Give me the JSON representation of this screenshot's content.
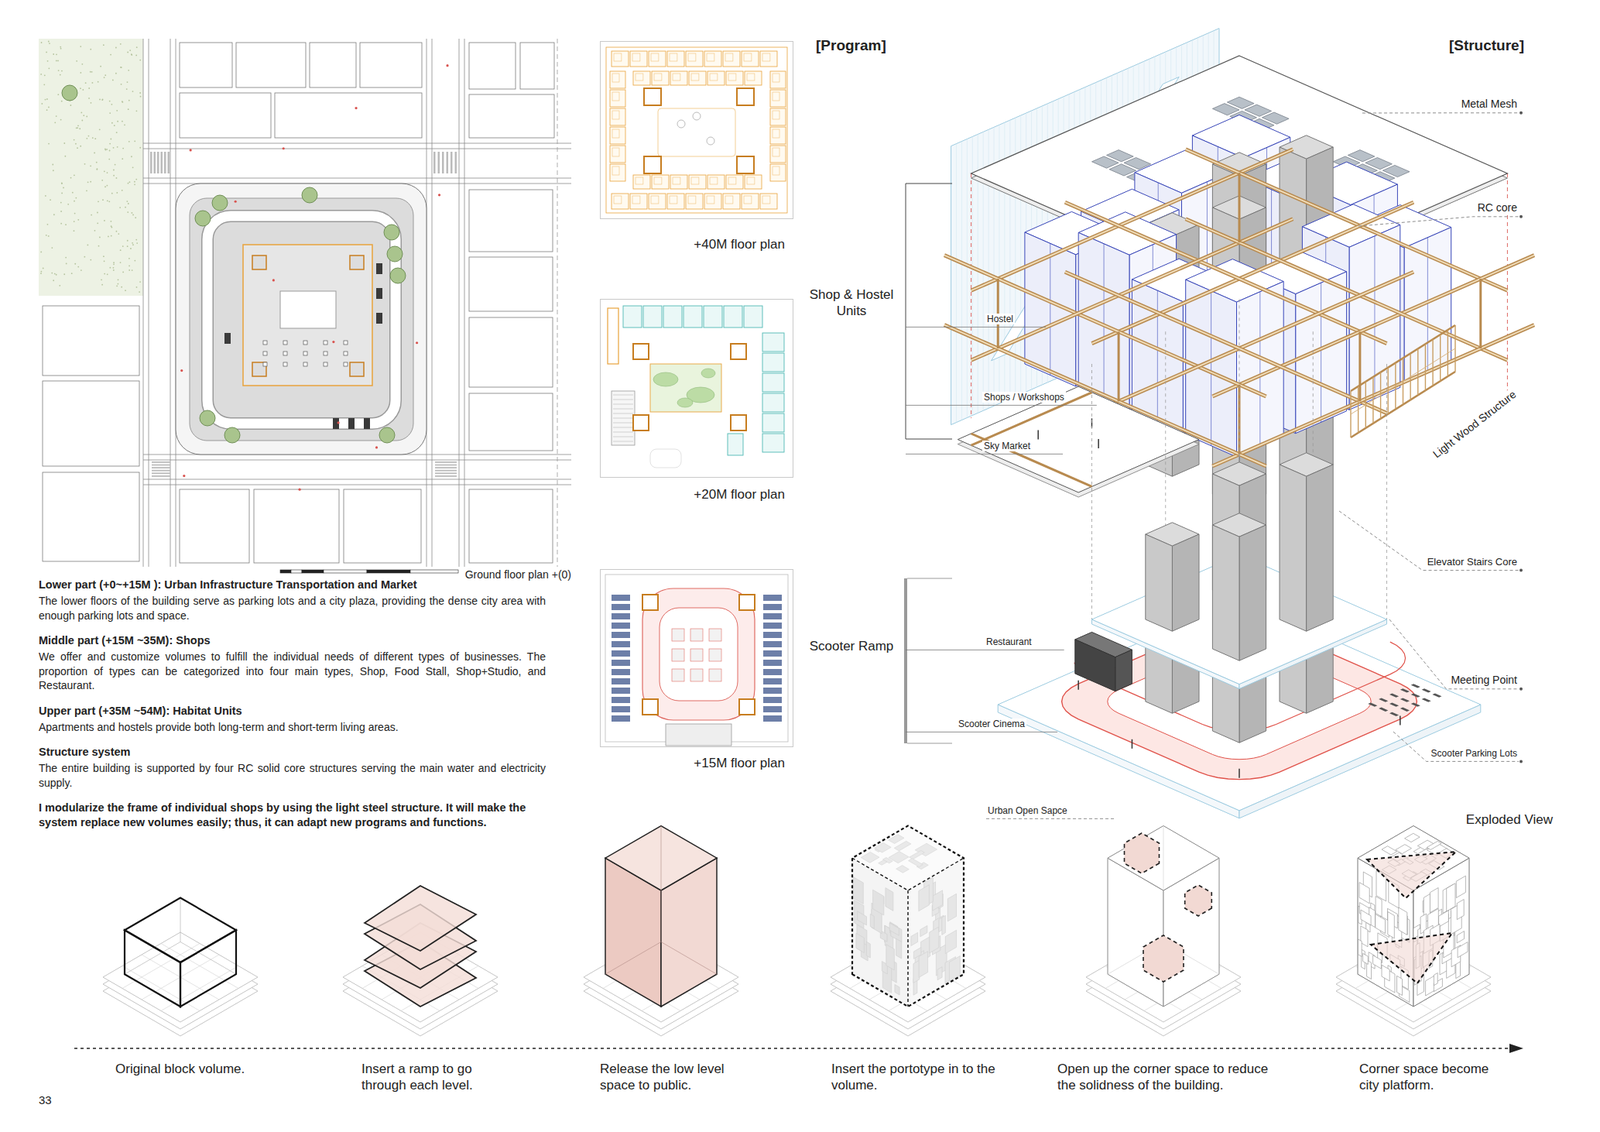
{
  "diagram": {
    "nodes": [
      {
        "text": [
          "Ground floor plan +(0)"
        ]
      },
      {
        "text": [
          "+40M floor plan"
        ]
      },
      {
        "text": [
          "+20M floor plan"
        ]
      },
      {
        "text": [
          "+15M floor plan"
        ]
      },
      {
        "text": [
          "Original block volume."
        ]
      },
      {
        "text": [
          "Insert a ramp to go through each level."
        ]
      },
      {
        "text": [
          "Release the low level space to public."
        ]
      },
      {
        "text": [
          "Insert the portotype in to the volume."
        ]
      },
      {
        "text": [
          "Open up the corner space to reduce the solidness of the building."
        ]
      },
      {
        "text": [
          "Corner space become city platform."
        ]
      }
    ],
    "labels": [
      "[Program]",
      "[Structure]",
      "Lower part (+0~+15M ): Urban Infrastructure Transportation and Market",
      "The lower floors of the building serve as parking lots and a city plaza, providing the dense city area with enough parking lots and space.",
      "Middle part (+15M ~35M): Shops",
      "We offer and customize volumes to fulfill the individual needs of different types of businesses. The proportion of types can be categorized into four main types, Shop, Food Stall, Shop+Studio, and Restaurant.",
      "Upper part (+35M ~54M): Habitat Units",
      "Apartments and hostels provide both long-term and short-term living areas.",
      "Structure system",
      "The entire building is supported by four RC solid core structures serving the main water and electricity supply.",
      "I modularize the frame of individual shops by using the light steel structure. It will make the system replace new volumes easily; thus, it can adapt new programs and functions.",
      "Metal Mesh",
      "RC core",
      "Shop & Hostel Units",
      "Hostel",
      "Shops / Workshops",
      "Sky Market",
      "Light Wood Structure",
      "Elevator Stairs Core",
      "Scooter Ramp",
      "Restaurant",
      "Meeting Point",
      "Scooter Cinema",
      "Scooter Parking Lots",
      "Urban Open Sapce",
      "Exploded View",
      "33"
    ]
  }
}
